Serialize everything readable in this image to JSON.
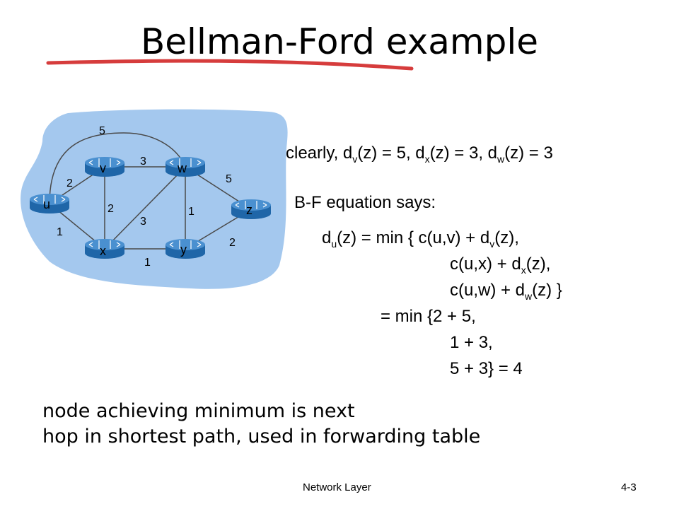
{
  "slide": {
    "title": "Bellman-Ford example",
    "footer_left": "Network Layer",
    "footer_right": "4-3"
  },
  "colors": {
    "cloud": "#a4c8ee",
    "router_body": "#1f66a8",
    "router_top": "#4a90d0",
    "edge": "#4a4a4a",
    "underline": "#d63c3c"
  },
  "graph": {
    "nodes": [
      "u",
      "v",
      "w",
      "x",
      "y",
      "z"
    ],
    "edge_costs": {
      "u_w": "5",
      "v_w": "3",
      "u_v": "2",
      "w_z": "5",
      "v_x": "2",
      "x_w": "3",
      "w_y": "1",
      "u_x": "1",
      "y_z": "2",
      "x_y": "1"
    }
  },
  "statements": {
    "clearly_prefix": "clearly, d",
    "dv_sub": "v",
    "dv_val": "(z) = 5, d",
    "dx_sub": "x",
    "dx_val": "(z) = 3, d",
    "dw_sub": "w",
    "dw_val": "(z) = 3",
    "bf_says": "B-F equation says:",
    "eq_d": "d",
    "eq_u_sub": "u",
    "eq_line1_mid": "(z) = min { c(u,v) + d",
    "eq_v_sub": "v",
    "eq_line1_end": "(z),",
    "eq_line2_a": "c(u,x) + d",
    "eq_x_sub": "x",
    "eq_line2_b": "(z),",
    "eq_line3_a": "c(u,w) + d",
    "eq_w_sub": "w",
    "eq_line3_b": "(z) }",
    "eq_line4": "= min {2 + 5,",
    "eq_line5": "1 + 3,",
    "eq_line6": "5 + 3}  = 4"
  },
  "notes": {
    "line1": "node achieving minimum is next",
    "line2": "hop in shortest path, used in forwarding table"
  }
}
